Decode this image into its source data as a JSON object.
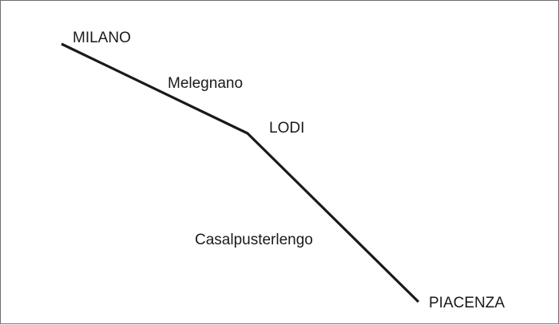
{
  "stations": {
    "milano": "MILANO",
    "melegnano": "Melegnano",
    "lodi": "LODI",
    "casalpusterlengo": "Casalpusterlengo",
    "piacenza": "PIACENZA"
  },
  "colors": {
    "line": "#1a1a1a",
    "border": "#6f6f6f",
    "background": "#ffffff"
  }
}
